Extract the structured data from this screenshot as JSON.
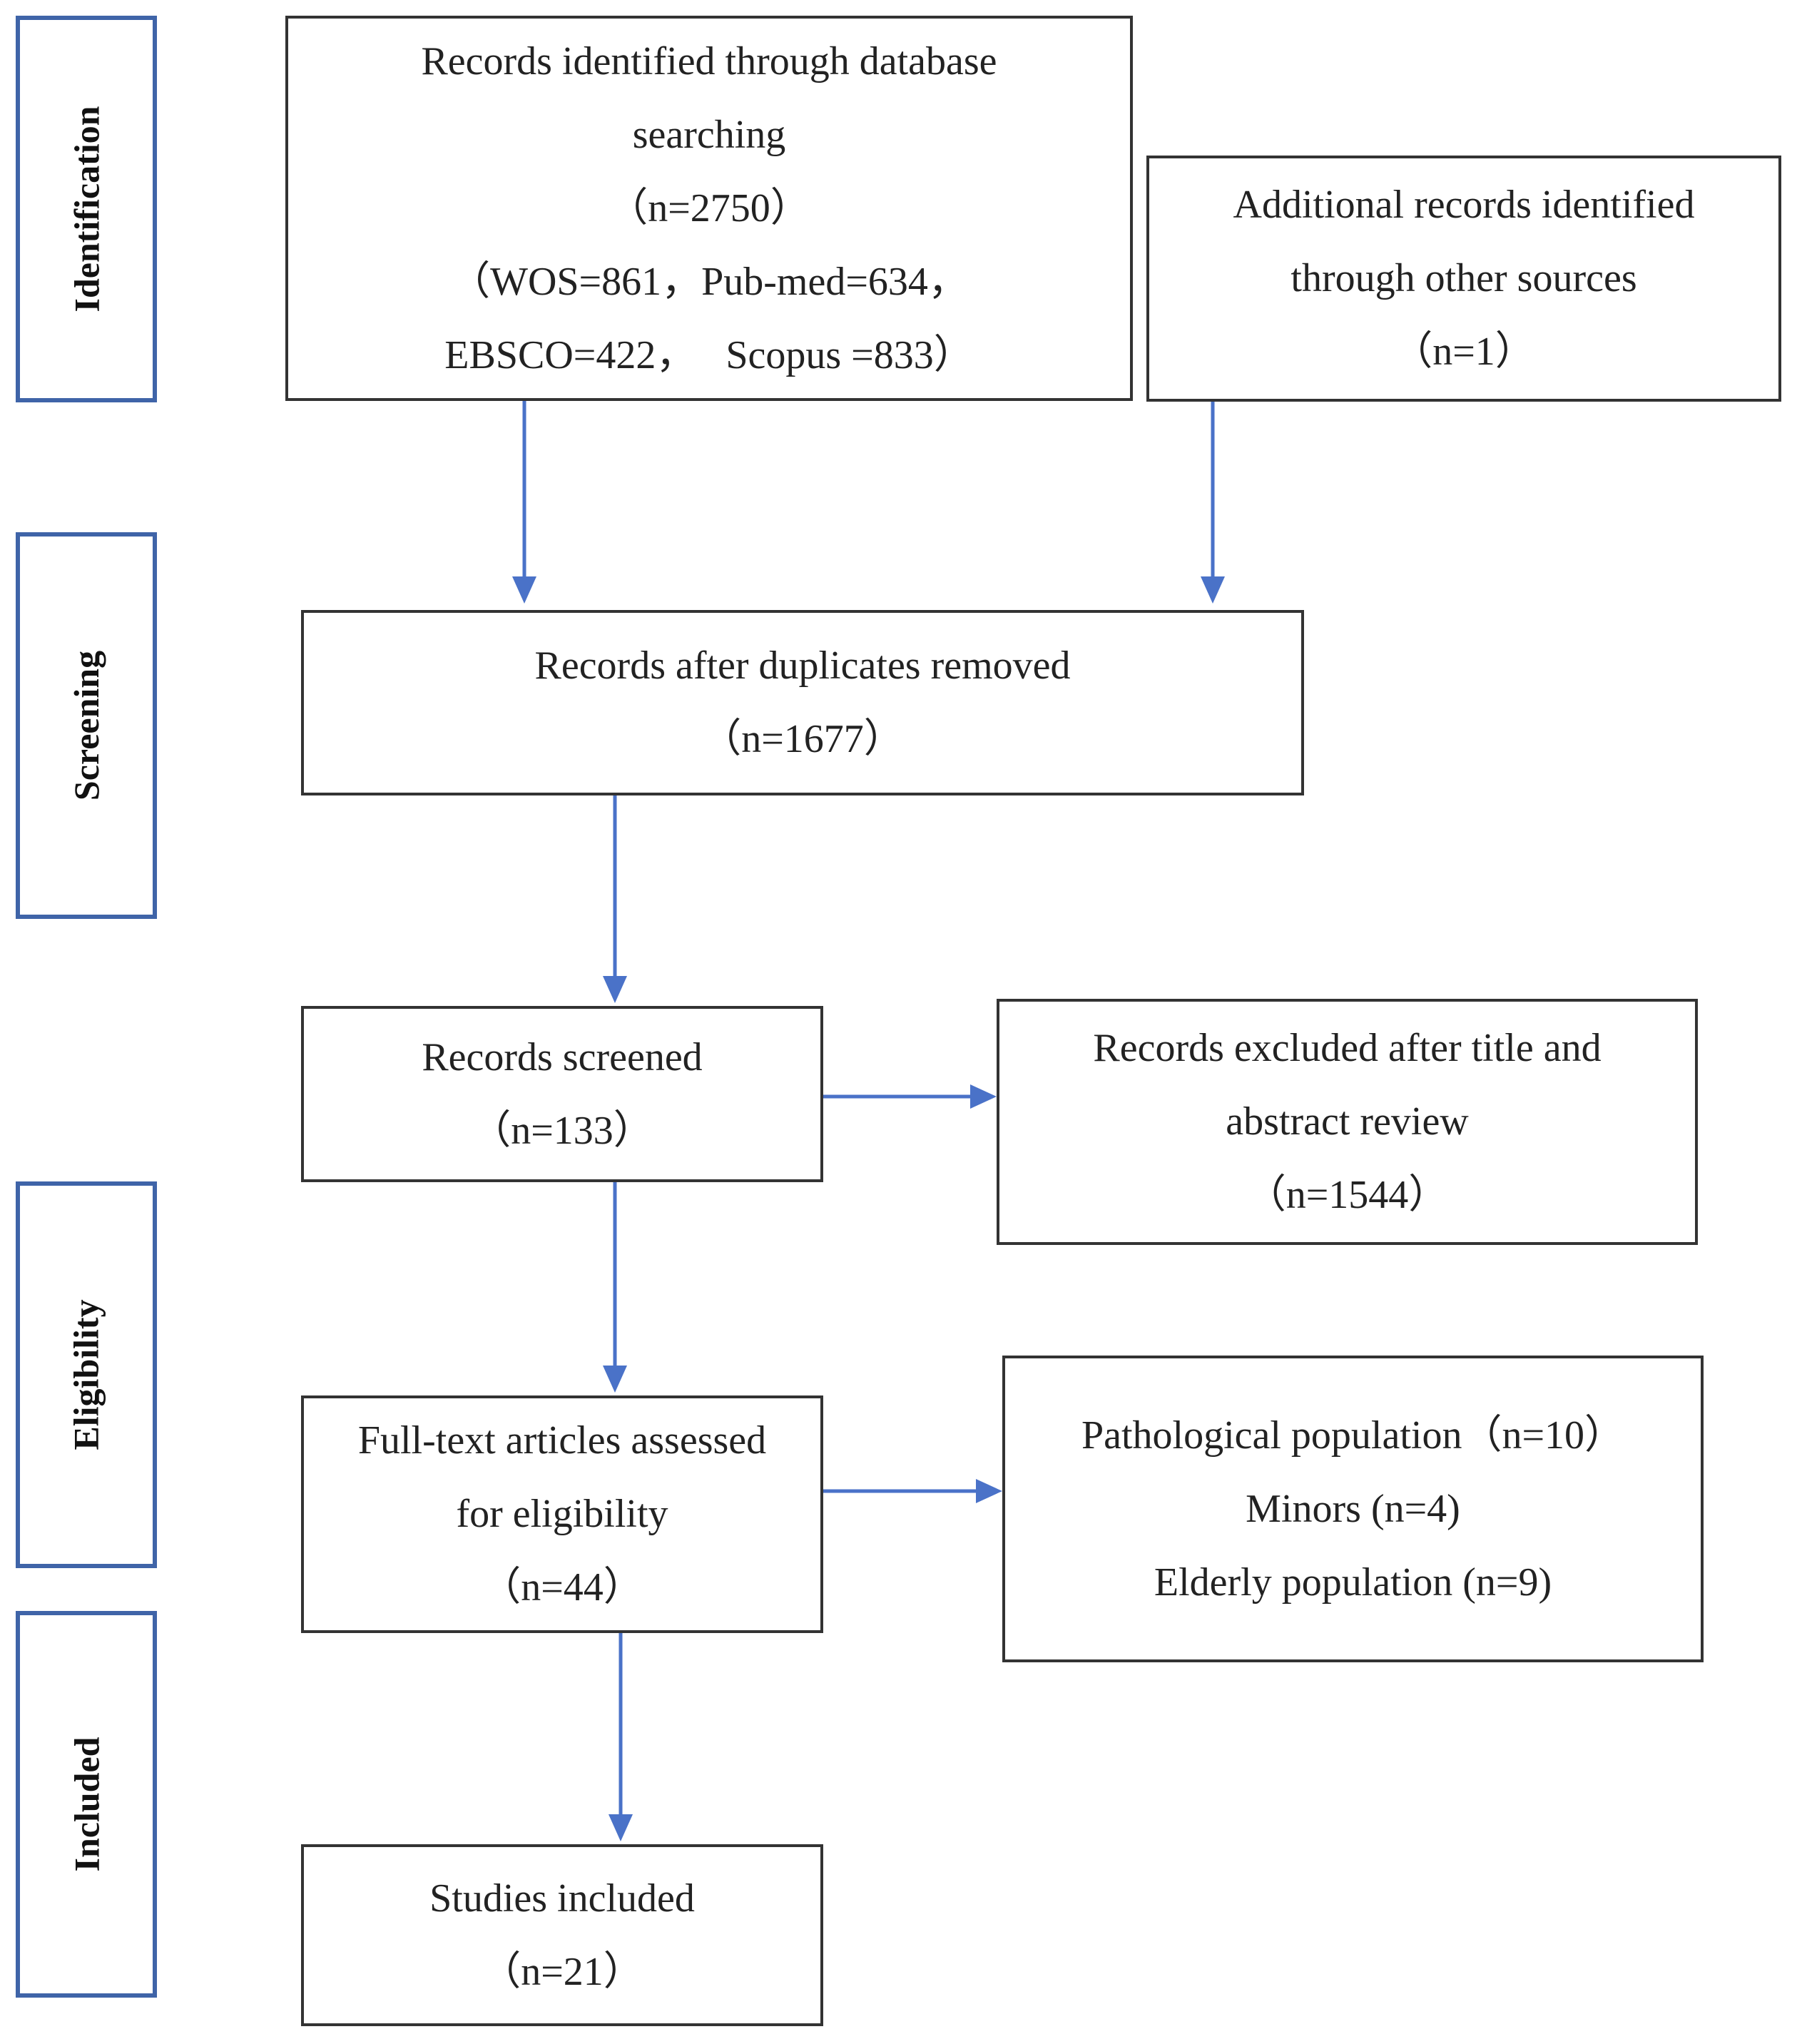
{
  "colors": {
    "stage_border": "#3f64a8",
    "arrow": "#4a72c8",
    "box_border": "#333333"
  },
  "stages": {
    "identification": "Identification",
    "screening": "Screening",
    "eligibility": "Eligibility",
    "included": "Included"
  },
  "boxes": {
    "database_search": {
      "line1": "Records identified through database",
      "line2": "searching",
      "line3": "（n=2750）",
      "line4": "（WOS=861，Pub-med=634，",
      "line5": "EBSCO=422，   Scopus =833）"
    },
    "other_sources": {
      "line1": "Additional records identified",
      "line2": "through other sources",
      "line3": "（n=1）"
    },
    "duplicates_removed": {
      "line1": "Records after duplicates removed",
      "line2": "（n=1677）"
    },
    "screened": {
      "line1": "Records screened",
      "line2": "（n=133）"
    },
    "excluded_title_abstract": {
      "line1": "Records excluded after title and",
      "line2": "abstract review",
      "line3": "（n=1544）"
    },
    "fulltext_assessed": {
      "line1": "Full-text articles assessed",
      "line2": "for eligibility",
      "line3": "（n=44）"
    },
    "fulltext_excluded": {
      "line1": "Pathological population（n=10）",
      "line2": "Minors (n=4)",
      "line3": "Elderly population (n=9)"
    },
    "included": {
      "line1": "Studies included",
      "line2": "（n=21）"
    }
  }
}
